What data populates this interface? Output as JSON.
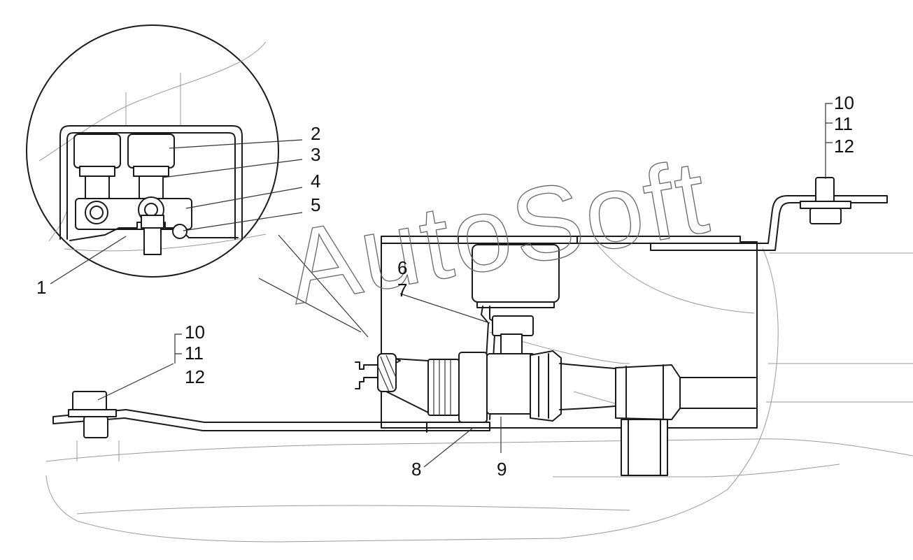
{
  "watermark": "AutoSoft",
  "callouts": [
    {
      "id": "1",
      "text": "1"
    },
    {
      "id": "2",
      "text": "2"
    },
    {
      "id": "3",
      "text": "3"
    },
    {
      "id": "4",
      "text": "4"
    },
    {
      "id": "5",
      "text": "5"
    },
    {
      "id": "6",
      "text": "6"
    },
    {
      "id": "7",
      "text": "7"
    },
    {
      "id": "8",
      "text": "8"
    },
    {
      "id": "9",
      "text": "9"
    }
  ],
  "bracket_right": [
    "10",
    "11",
    "12"
  ],
  "bracket_left": [
    "10",
    "11",
    "12"
  ]
}
